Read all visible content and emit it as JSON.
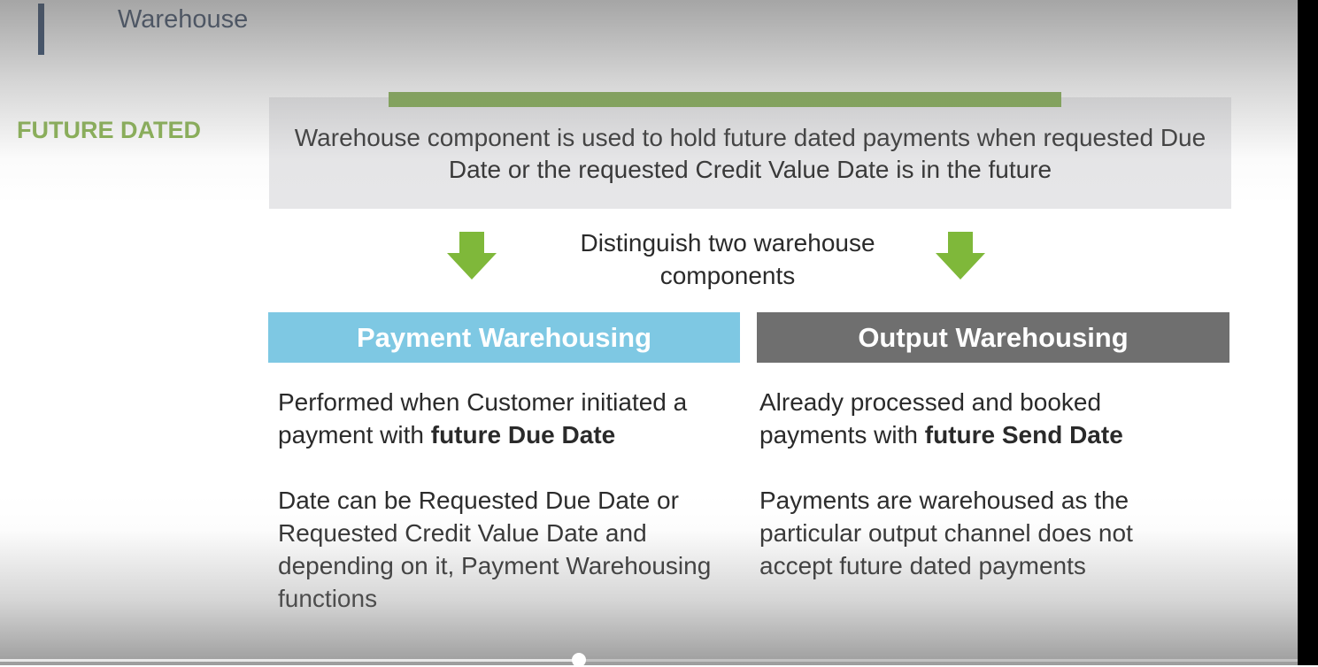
{
  "slide": {
    "title": "Warehouse",
    "section_label": "FUTURE DATED",
    "intro_text": "Warehouse component is used to hold future dated payments when requested Due Date or the requested Credit Value Date is in the future",
    "distinguish_text": "Distinguish two warehouse components",
    "columns": [
      {
        "header": "Payment Warehousing",
        "para1_pre": "Performed when Customer initiated a payment with ",
        "para1_bold": "future Due Date",
        "para2": "Date can be Requested Due Date or Requested Credit Value Date and depending on it, Payment Warehousing functions"
      },
      {
        "header": "Output Warehousing",
        "para1_pre": "Already processed and booked payments with ",
        "para1_bold": "future Send Date",
        "para2": "Payments are warehoused as the particular output channel does not accept future dated payments"
      }
    ]
  },
  "colors": {
    "accent_green": "#76a440",
    "label_green": "#7fac44",
    "title_navy": "#1a2e4d",
    "payment_header": "#7ec8e3",
    "output_header": "#6f6f6f",
    "intro_box": "#e6e6e8"
  },
  "icons": {
    "left_arrow": "down-arrow-icon",
    "right_arrow": "down-arrow-icon"
  },
  "player": {
    "progress": 0.446
  }
}
